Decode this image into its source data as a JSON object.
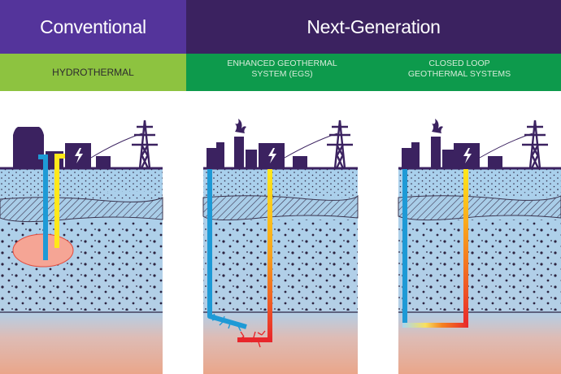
{
  "header": {
    "conventional": "Conventional",
    "next_generation": "Next-Generation"
  },
  "subheader": {
    "hydrothermal": "HYDROTHERMAL",
    "egs": "ENHANCED GEOTHERMAL SYSTEM (EGS)",
    "egs_line1": "ENHANCED GEOTHERMAL",
    "egs_line2": "SYSTEM (EGS)",
    "closed_loop": "CLOSED LOOP GEOTHERMAL SYSTEMS",
    "closed_loop_line1": "CLOSED LOOP",
    "closed_loop_line2": "GEOTHERMAL SYSTEMS"
  },
  "colors": {
    "conventional_header": "#54349b",
    "next_generation_header": "#3b2260",
    "hydrothermal_band": "#8dc340",
    "next_generation_band": "#0d9a4c",
    "ground_top": "#a9d0ec",
    "ground_deep": "#eaa68a",
    "cold_pipe": "#1e9ad6",
    "hot_pipe_start": "#ffe81a",
    "hot_pipe_end": "#e8262b",
    "reservoir": "#f5a595",
    "structures": "#3b2260"
  },
  "panels": [
    {
      "id": "hydrothermal",
      "icons": [
        "cooling-tower-icon",
        "power-plant-icon",
        "transmission-tower-icon"
      ],
      "features": [
        "injection-well",
        "production-well",
        "hydrothermal-reservoir"
      ]
    },
    {
      "id": "egs",
      "icons": [
        "factory-icon",
        "power-plant-icon",
        "transmission-tower-icon"
      ],
      "features": [
        "injection-well",
        "production-well",
        "fracture-network"
      ]
    },
    {
      "id": "closed-loop",
      "icons": [
        "factory-icon",
        "power-plant-icon",
        "transmission-tower-icon"
      ],
      "features": [
        "closed-loop-pipe"
      ]
    }
  ]
}
